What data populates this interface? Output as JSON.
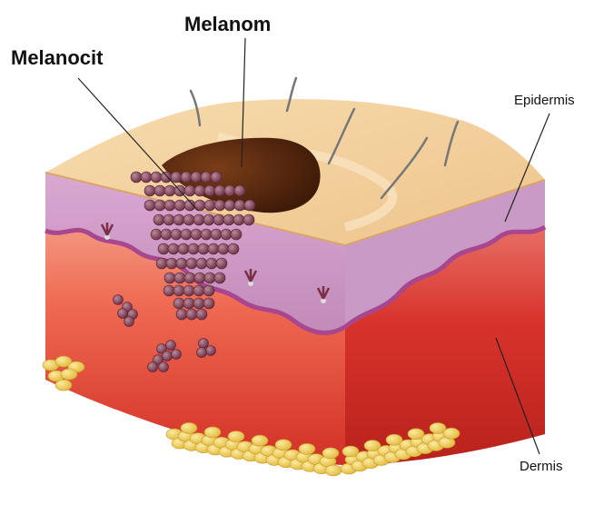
{
  "labels": {
    "melanom": "Melanom",
    "melanocit": "Melanocit",
    "epidermis": "Epidermis",
    "dermis": "Dermis"
  },
  "colors": {
    "skin_surface": "#f2cf9c",
    "epidermis_layer": "#b87ab4",
    "dermis": "#d8352a",
    "melanoma": "#5a2a12",
    "melanocyte_cells": "#7a3a4e",
    "fat_cells": "#f0d35a",
    "leader_line": "#222222"
  },
  "icons": {
    "hair": "hair-icon",
    "nerve_ending": "nerve-ending-icon",
    "cell": "melanocyte-cell-icon",
    "fat": "fat-cell-icon"
  }
}
